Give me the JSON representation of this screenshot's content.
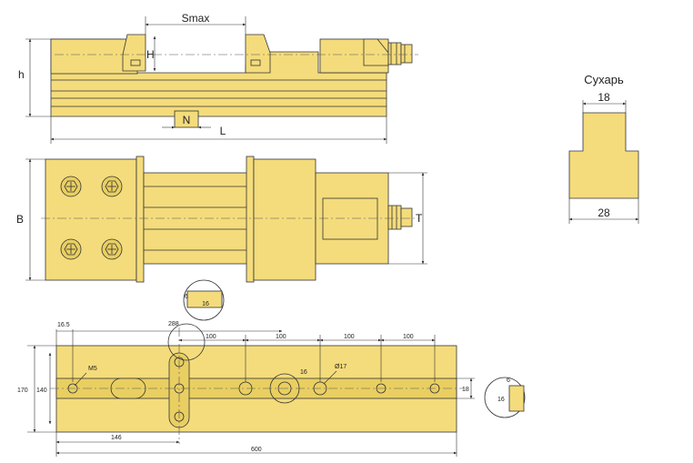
{
  "side_view": {
    "label_smax": "Smax",
    "label_h_upper": "H",
    "label_h": "h",
    "label_n": "N",
    "label_l": "L"
  },
  "top_view": {
    "label_b": "B",
    "label_t": "T"
  },
  "jaw_block": {
    "title": "Сухарь",
    "top_width": "18",
    "bottom_width": "28"
  },
  "table_plate": {
    "dim_16_5": "16.5",
    "dim_288": "288",
    "spacing_1": "100",
    "spacing_2": "100",
    "spacing_3": "100",
    "spacing_4": "100",
    "thread": "M5",
    "dim_16": "16",
    "hole_dia": "Ø17",
    "height_170": "170",
    "height_140": "140",
    "slot_18": "18",
    "dim_146": "146",
    "length_600": "600",
    "detail_left": {
      "depth": "6",
      "width": "16"
    },
    "detail_right": {
      "depth": "6",
      "width": "16"
    }
  },
  "colors": {
    "body": "#f4dc7c",
    "outline": "#333333"
  }
}
